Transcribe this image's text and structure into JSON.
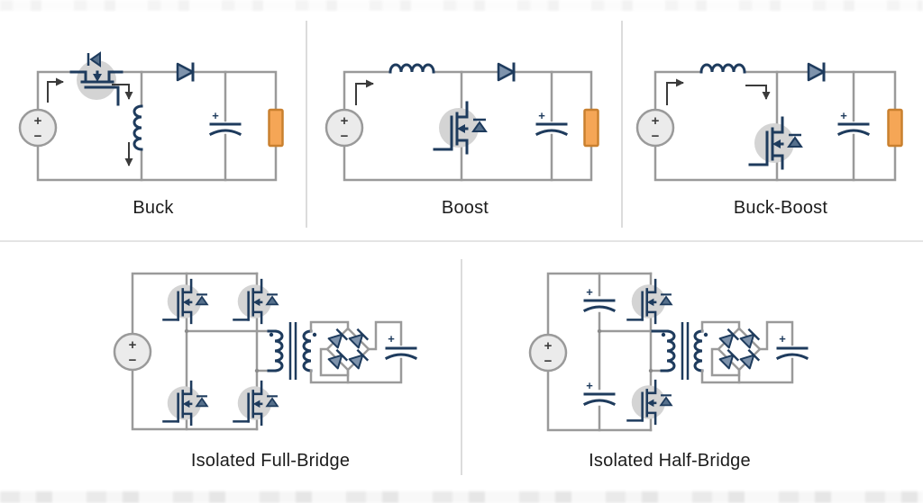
{
  "panels": {
    "buck": {
      "label": "Buck"
    },
    "boost": {
      "label": "Boost"
    },
    "buck_boost": {
      "label": "Buck-Boost"
    },
    "isolated_full_bridge": {
      "label": "Isolated Full-Bridge"
    },
    "isolated_half_bridge": {
      "label": "Isolated Half-Bridge"
    }
  },
  "symbols": {
    "source_plus": "+",
    "source_minus": "−",
    "cap_plus": "+"
  },
  "colors": {
    "component_navy": "#1e3b5d",
    "wire_gray": "#9a9a9a",
    "diode_fill": "#7e93ac",
    "mosfet_halo_gray": "#d4d4d4",
    "source_fill": "#ebebeb",
    "load_fill": "#f5a656",
    "load_border": "#c9802f",
    "divider_gray": "#c9c9c9",
    "label_text": "#1c1c1c",
    "arrow_dark": "#3b3b3b",
    "background": "#ffffff"
  }
}
